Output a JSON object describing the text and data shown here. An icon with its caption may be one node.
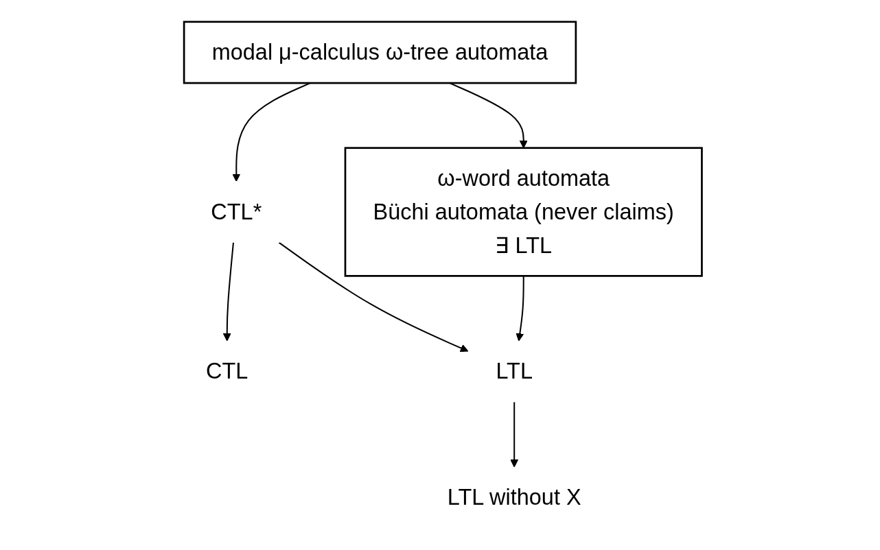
{
  "diagram": {
    "nodes": [
      {
        "text": [
          "modal μ-calculus ω-tree automata"
        ]
      },
      {
        "text": [
          "CTL*"
        ]
      },
      {
        "text": [
          "ω-word automata",
          "Büchi automata (never claims)",
          "∃ LTL"
        ]
      },
      {
        "text": [
          "CTL"
        ]
      },
      {
        "text": [
          "LTL"
        ]
      },
      {
        "text": [
          "LTL without X"
        ]
      }
    ],
    "edges": [
      {
        "from": 0,
        "to": 1,
        "arrow": "to"
      },
      {
        "from": 0,
        "to": 2,
        "arrow": "to"
      },
      {
        "from": 1,
        "to": 3,
        "arrow": "to"
      },
      {
        "from": 1,
        "to": 4,
        "arrow": "to"
      },
      {
        "from": 2,
        "to": 4,
        "arrow": "to"
      },
      {
        "from": 4,
        "to": 5,
        "arrow": "to"
      }
    ]
  }
}
